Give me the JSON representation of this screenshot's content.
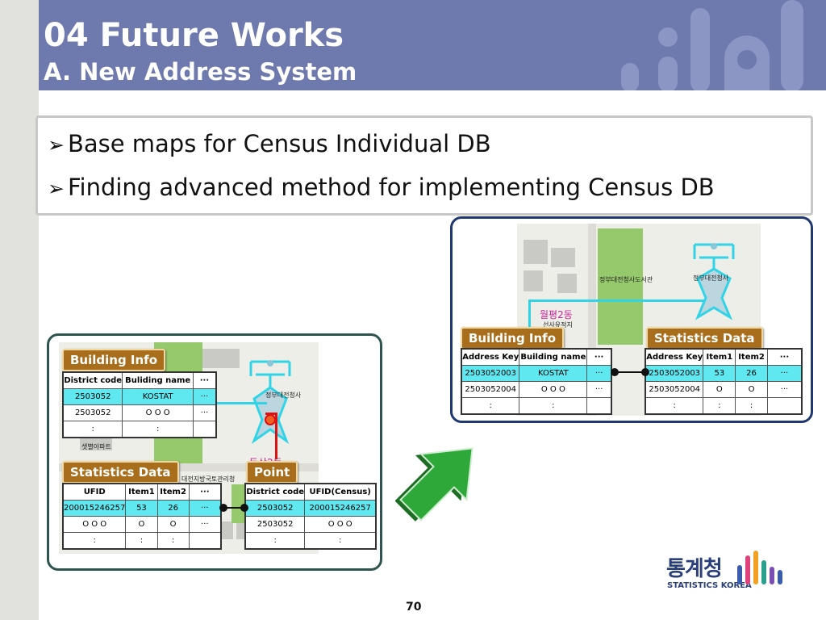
{
  "header": {
    "title": "04 Future Works",
    "subtitle": "A. New Address System"
  },
  "bullets": {
    "marker": "➢",
    "items": [
      "Base maps for Census Individual DB",
      "Finding advanced method for implementing Census DB"
    ]
  },
  "left_figure": {
    "building_info": {
      "label": "Building Info",
      "columns": [
        "District code",
        "Buliding name",
        "···"
      ],
      "rows": [
        [
          "2503052",
          "KOSTAT",
          "···"
        ],
        [
          "2503052",
          "O O O",
          "···"
        ],
        [
          ":",
          ":",
          ""
        ]
      ]
    },
    "statistics_data": {
      "label": "Statistics Data",
      "columns": [
        "UFID",
        "Item1",
        "Item2",
        "···"
      ],
      "rows": [
        [
          "200015246257",
          "53",
          "26",
          "···"
        ],
        [
          "O O O",
          "O",
          "O",
          "···"
        ],
        [
          ":",
          ":",
          ":",
          ""
        ]
      ]
    },
    "point": {
      "label": "Point",
      "columns": [
        "District code",
        "UFID(Census)"
      ],
      "rows": [
        [
          "2503052",
          "200015246257"
        ],
        [
          "2503052",
          "O O O"
        ],
        [
          ":",
          ":"
        ]
      ]
    },
    "map_labels": [
      "둔산2동",
      "정부대전청사",
      "샛별아파트",
      "대전지방국토관리청"
    ]
  },
  "right_figure": {
    "building_info": {
      "label": "Building Info",
      "columns": [
        "Address Key",
        "Building name",
        "···"
      ],
      "rows": [
        [
          "2503052003",
          "KOSTAT",
          "···"
        ],
        [
          "2503052004",
          "O O O",
          "···"
        ],
        [
          ":",
          ":",
          ""
        ]
      ]
    },
    "statistics_data": {
      "label": "Statistics Data",
      "columns": [
        "Address Key",
        "Item1",
        "Item2",
        "···"
      ],
      "rows": [
        [
          "2503052003",
          "53",
          "26",
          "···"
        ],
        [
          "2503052004",
          "O",
          "O",
          "···"
        ],
        [
          ":",
          ":",
          ":",
          ""
        ]
      ]
    },
    "map_labels": [
      "월평2동",
      "정부대전청사",
      "정부대전청사도서관",
      "선사유적지"
    ]
  },
  "page_number": "70",
  "logo": {
    "korean": "통계청",
    "english": "STATISTICS KOREA"
  },
  "colors": {
    "header_bg": "#6e79ad",
    "label_bg": "#a86e1b",
    "highlight_row": "#5fe8f0",
    "arrow_green": "#2fa83a",
    "logo_blue": "#2a3f7a"
  }
}
